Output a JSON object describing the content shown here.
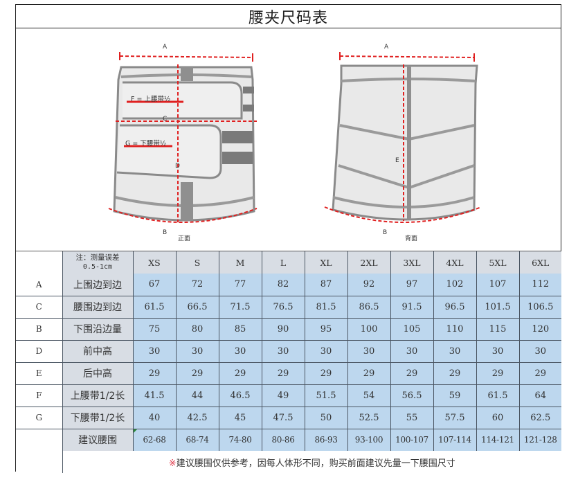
{
  "title": "腰夹尺码表",
  "figures": {
    "front": {
      "caption": "正面",
      "labels": {
        "a": "A",
        "b": "B",
        "c": "C",
        "d": "D",
        "f": "F = 上腰带½",
        "g": "G = 下腰带½"
      }
    },
    "back": {
      "caption": "背面",
      "labels": {
        "a": "A",
        "b": "B",
        "e": "E"
      }
    }
  },
  "table": {
    "note_line1": "注：测量误差",
    "note_line2": "0.5-1cm",
    "sizes": [
      "XS",
      "S",
      "M",
      "L",
      "XL",
      "2XL",
      "3XL",
      "4XL",
      "5XL",
      "6XL"
    ],
    "rows": [
      {
        "code": "A",
        "label": "上围边到边",
        "values": [
          "67",
          "72",
          "77",
          "82",
          "87",
          "92",
          "97",
          "102",
          "107",
          "112"
        ]
      },
      {
        "code": "C",
        "label": "腰围边到边",
        "values": [
          "61.5",
          "66.5",
          "71.5",
          "76.5",
          "81.5",
          "86.5",
          "91.5",
          "96.5",
          "101.5",
          "106.5"
        ]
      },
      {
        "code": "B",
        "label": "下围沿边量",
        "values": [
          "75",
          "80",
          "85",
          "90",
          "95",
          "100",
          "105",
          "110",
          "115",
          "120"
        ]
      },
      {
        "code": "D",
        "label": "前中高",
        "values": [
          "30",
          "30",
          "30",
          "30",
          "30",
          "30",
          "30",
          "30",
          "30",
          "30"
        ]
      },
      {
        "code": "E",
        "label": "后中高",
        "values": [
          "29",
          "29",
          "29",
          "29",
          "29",
          "29",
          "29",
          "29",
          "29",
          "29"
        ]
      },
      {
        "code": "F",
        "label": "上腰带1/2长",
        "values": [
          "41.5",
          "44",
          "46.5",
          "49",
          "51.5",
          "54",
          "56.5",
          "59",
          "61.5",
          "64"
        ]
      },
      {
        "code": "G",
        "label": "下腰带1/2长",
        "values": [
          "40",
          "42.5",
          "45",
          "47.5",
          "50",
          "52.5",
          "55",
          "57.5",
          "60",
          "62.5"
        ]
      },
      {
        "code": "",
        "label": "建议腰围",
        "values": [
          "62-68",
          "68-74",
          "74-80",
          "80-86",
          "86-93",
          "93-100",
          "100-107",
          "107-114",
          "114-121",
          "121-128"
        ]
      }
    ],
    "footer_mark": "※",
    "footer_text": "建议腰围仅供参考，因每人体形不同，购买前面建议先量一下腰围尺寸"
  },
  "colors": {
    "value_cell": "#bdd7ee",
    "label_cell": "#d8dde4",
    "measure_line": "#e02020",
    "footer_mark": "#e04050"
  }
}
